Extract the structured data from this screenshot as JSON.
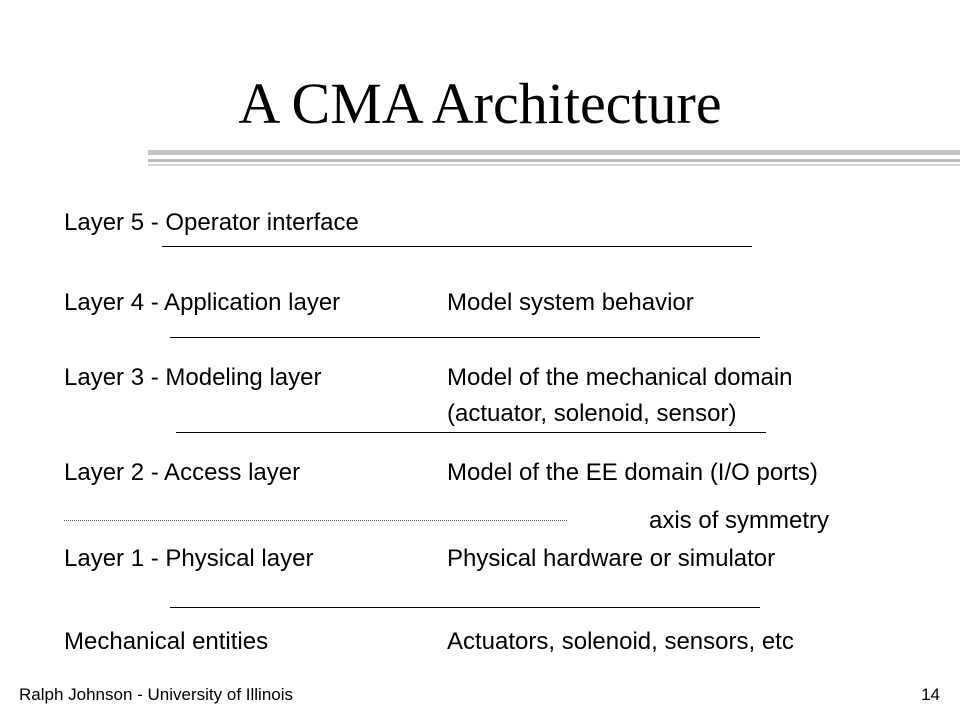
{
  "title": "A CMA Architecture",
  "layers": [
    {
      "left": "Layer 5 - Operator interface",
      "right": ""
    },
    {
      "left": "Layer 4 - Application layer",
      "right": "Model system behavior"
    },
    {
      "left": "Layer 3 - Modeling layer",
      "right": "Model of the mechanical domain",
      "right2": "(actuator, solenoid, sensor)"
    },
    {
      "left": "Layer 2 - Access layer",
      "right": "Model of the EE domain (I/O ports)"
    },
    {
      "left": "Layer 1 - Physical layer",
      "right": "Physical hardware or simulator"
    },
    {
      "left": "Mechanical entities",
      "right": "Actuators, solenoid, sensors, etc"
    }
  ],
  "symmetry_label": "axis of symmetry",
  "footer": {
    "author": "Ralph Johnson - University of Illinois",
    "page": "14"
  }
}
